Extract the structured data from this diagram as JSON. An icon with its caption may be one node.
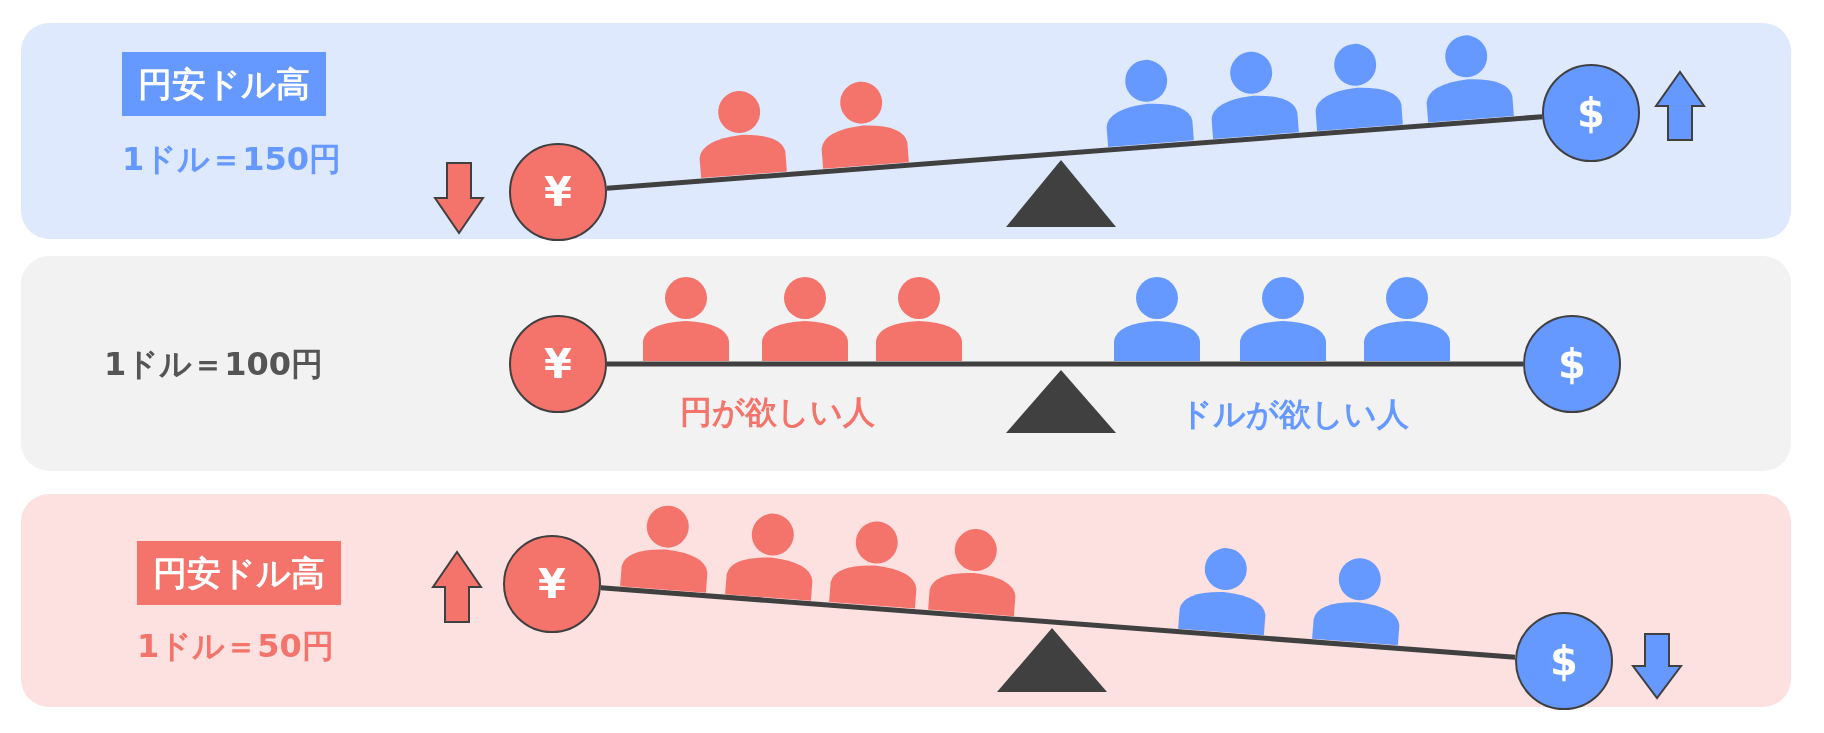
{
  "diagram": {
    "nodes": [
      {
        "text": [
          "円安ドル高",
          "1ドル＝150円"
        ]
      },
      {
        "text": [
          "¥"
        ],
        "in": 0
      },
      {
        "text": [
          "$"
        ],
        "in": 0
      },
      {
        "text": [
          "1ドル＝100円",
          "円が欲しい人",
          "ドルが欲しい人"
        ]
      },
      {
        "text": [
          "¥"
        ],
        "in": 3
      },
      {
        "text": [
          "$"
        ],
        "in": 3
      },
      {
        "text": [
          "円安ドル高",
          "1ドル＝50円"
        ]
      },
      {
        "text": [
          "¥"
        ],
        "in": 6
      },
      {
        "text": [
          "$"
        ],
        "in": 6
      }
    ],
    "edges": [
      {
        "from": 1,
        "to": 2,
        "arrow": "none"
      },
      {
        "from": 4,
        "to": 5,
        "arrow": "none"
      },
      {
        "from": 7,
        "to": 8,
        "arrow": "none"
      }
    ]
  }
}
